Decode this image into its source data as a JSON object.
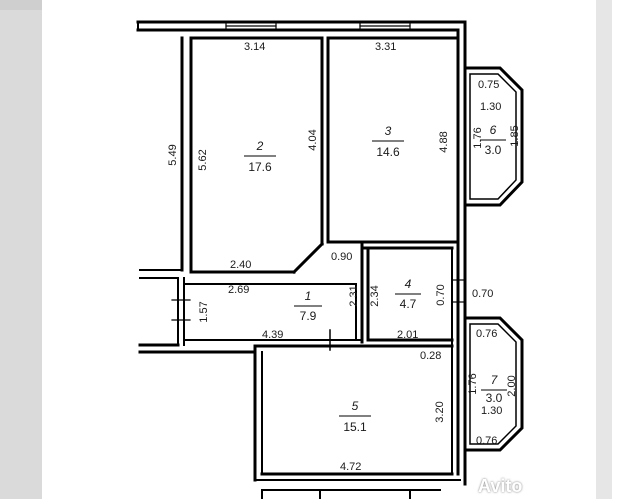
{
  "rooms": [
    {
      "id": "r2",
      "number": "2",
      "area": "17.6"
    },
    {
      "id": "r3",
      "number": "3",
      "area": "14.6"
    },
    {
      "id": "r1",
      "number": "1",
      "area": "7.9"
    },
    {
      "id": "r4",
      "number": "4",
      "area": "4.7"
    },
    {
      "id": "r5",
      "number": "5",
      "area": "15.1"
    },
    {
      "id": "r6",
      "number": "6",
      "area": "3.0"
    },
    {
      "id": "r7",
      "number": "7",
      "area": "3.0"
    }
  ],
  "dimensions": {
    "d_314": "3.14",
    "d_331": "3.31",
    "d_549": "5.49",
    "d_562": "5.62",
    "d_404": "4.04",
    "d_488": "4.88",
    "d_240": "2.40",
    "d_269": "2.69",
    "d_090": "0.90",
    "d_157": "1.57",
    "d_231": "2.31",
    "d_234": "2.34",
    "d_439": "4.39",
    "d_201": "2.01",
    "d_070a": "0.70",
    "d_070b": "0.70",
    "d_028": "0.28",
    "d_320": "3.20",
    "d_472": "4.72",
    "b1_075": "0.75",
    "b1_130": "1.30",
    "b1_176": "1.76",
    "b1_185": "1.85",
    "b2_076a": "0.76",
    "b2_176": "1.76",
    "b2_200": "2.00",
    "b2_130": "1.30",
    "b2_076b": "0.76"
  },
  "watermark": "Avito",
  "colors": {
    "walls": "#000000",
    "paper": "#ffffff",
    "background": "#d9d9d9"
  }
}
